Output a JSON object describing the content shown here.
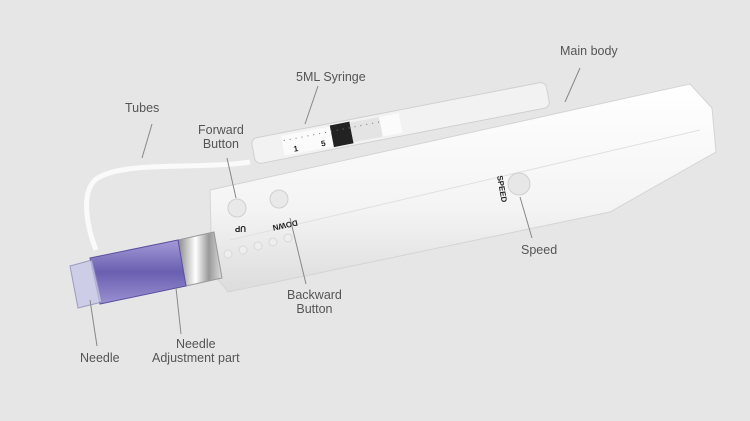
{
  "labels": {
    "main_body": "Main body",
    "syringe": "5ML Syringe",
    "tubes": "Tubes",
    "forward_button": [
      "Forward",
      "Button"
    ],
    "speed": "Speed",
    "backward_button": [
      "Backward",
      "Button"
    ],
    "needle": "Needle",
    "needle_adjustment": [
      "Needle",
      "Adjustment part"
    ]
  },
  "device_text": {
    "up": "UP",
    "down": "DOWN",
    "speed": "SPEED",
    "syringe_marks": [
      "1",
      "5"
    ]
  },
  "colors": {
    "background": "#e6e6e6",
    "body": "#f7f7f7",
    "cartridge": "#7a70b8",
    "leader": "#888888"
  }
}
